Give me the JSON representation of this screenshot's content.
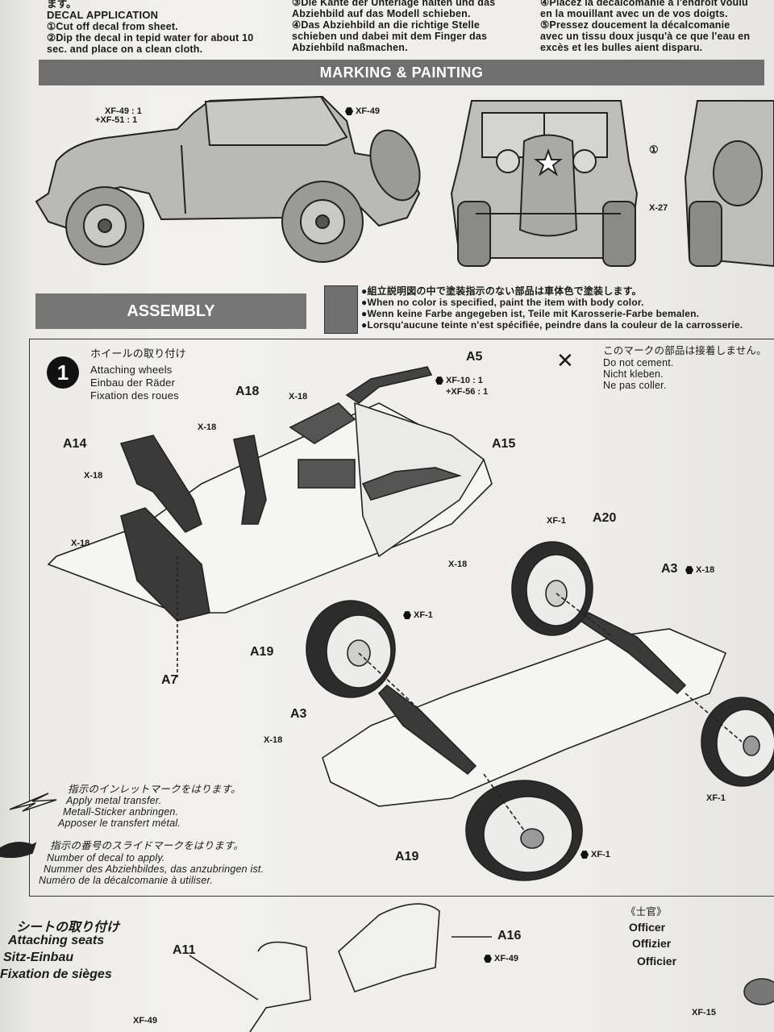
{
  "top_text": {
    "ja_fragment": "ます。",
    "decal_title": "DECAL APPLICATION",
    "en_step1": "①Cut off decal from sheet.",
    "en_step2a": "②Dip the decal in tepid water for about 10",
    "en_step2b": "sec. and place on a clean cloth.",
    "de_step3": "③Die Kante der Unterlage halten und das",
    "de_step3b": "Abziehbild auf das Modell schieben.",
    "de_step4": "④Das Abziehbild an die richtige Stelle",
    "de_step4b": "schieben und dabei mit dem Finger das",
    "de_step4c": "Abziehbild naßmachen.",
    "fr_step4": "④Placez la décalcomanie à l'endroit voulu",
    "fr_step4b": "en la mouillant avec un de vos doigts.",
    "fr_step5": "⑤Pressez doucement la décalcomanie",
    "fr_step5b": "avec un tissu doux jusqu'à ce que l'eau en",
    "fr_step5c": "excès et les bulles aient disparu."
  },
  "marking": {
    "title": "MARKING & PAINTING",
    "body_color_1": "XF-49 : 1",
    "body_color_2": "+XF-51 : 1",
    "top_color": "XF-49",
    "decal_num": "①",
    "rear_color": "X-27"
  },
  "assembly": {
    "title": "ASSEMBLY",
    "note_ja": "組立説明図の中で塗装指示のない部品は車体色で塗装します。",
    "note_en": "When no color is specified, paint the item with body color.",
    "note_de": "Wenn keine Farbe angegeben ist, Teile mit Karosserie-Farbe bemalen.",
    "note_fr": "Lorsqu'aucune teinte n'est spécifiée, peindre dans la couleur de la carrosserie."
  },
  "step1": {
    "number": "1",
    "title_ja": "ホイールの取り付け",
    "title_en": "Attaching wheels",
    "title_de": "Einbau der Räder",
    "title_fr": "Fixation des roues",
    "nocement_ja": "このマークの部品は接着しません。",
    "nocement_en": "Do not cement.",
    "nocement_de": "Nicht kleben.",
    "nocement_fr": "Ne pas coller.",
    "parts": {
      "a5": "A5",
      "a15": "A15",
      "a18": "A18",
      "a14": "A14",
      "a7": "A7",
      "a20": "A20",
      "a3a": "A3",
      "a3b": "A3",
      "a19a": "A19",
      "a19b": "A19"
    },
    "colors": {
      "a5_1": "XF-10 : 1",
      "a5_2": "+XF-56 : 1",
      "x18": "X-18",
      "xf1": "XF-1"
    },
    "legend_metal_ja": "指示のインレットマークをはります。",
    "legend_metal_en": "Apply metal transfer.",
    "legend_metal_de": "Metall-Sticker anbringen.",
    "legend_metal_fr": "Apposer le transfert métal.",
    "legend_decal_ja": "指示の番号のスライドマークをはります。",
    "legend_decal_en": "Number of decal to apply.",
    "legend_decal_de": "Nummer des Abziehbildes, das anzubringen ist.",
    "legend_decal_fr": "Numéro de la décalcomanie à utiliser."
  },
  "step2": {
    "title_ja": "シートの取り付け",
    "title_en": "Attaching seats",
    "title_de": "Sitz-Einbau",
    "title_fr": "Fixation de sièges",
    "a11": "A11",
    "a16": "A16",
    "a16_color": "XF-49",
    "xf49": "XF-49",
    "officer_ja": "《士官》",
    "officer_en": "Officer",
    "officer_de": "Offizier",
    "officer_fr": "Officier",
    "xf15": "XF-15"
  }
}
